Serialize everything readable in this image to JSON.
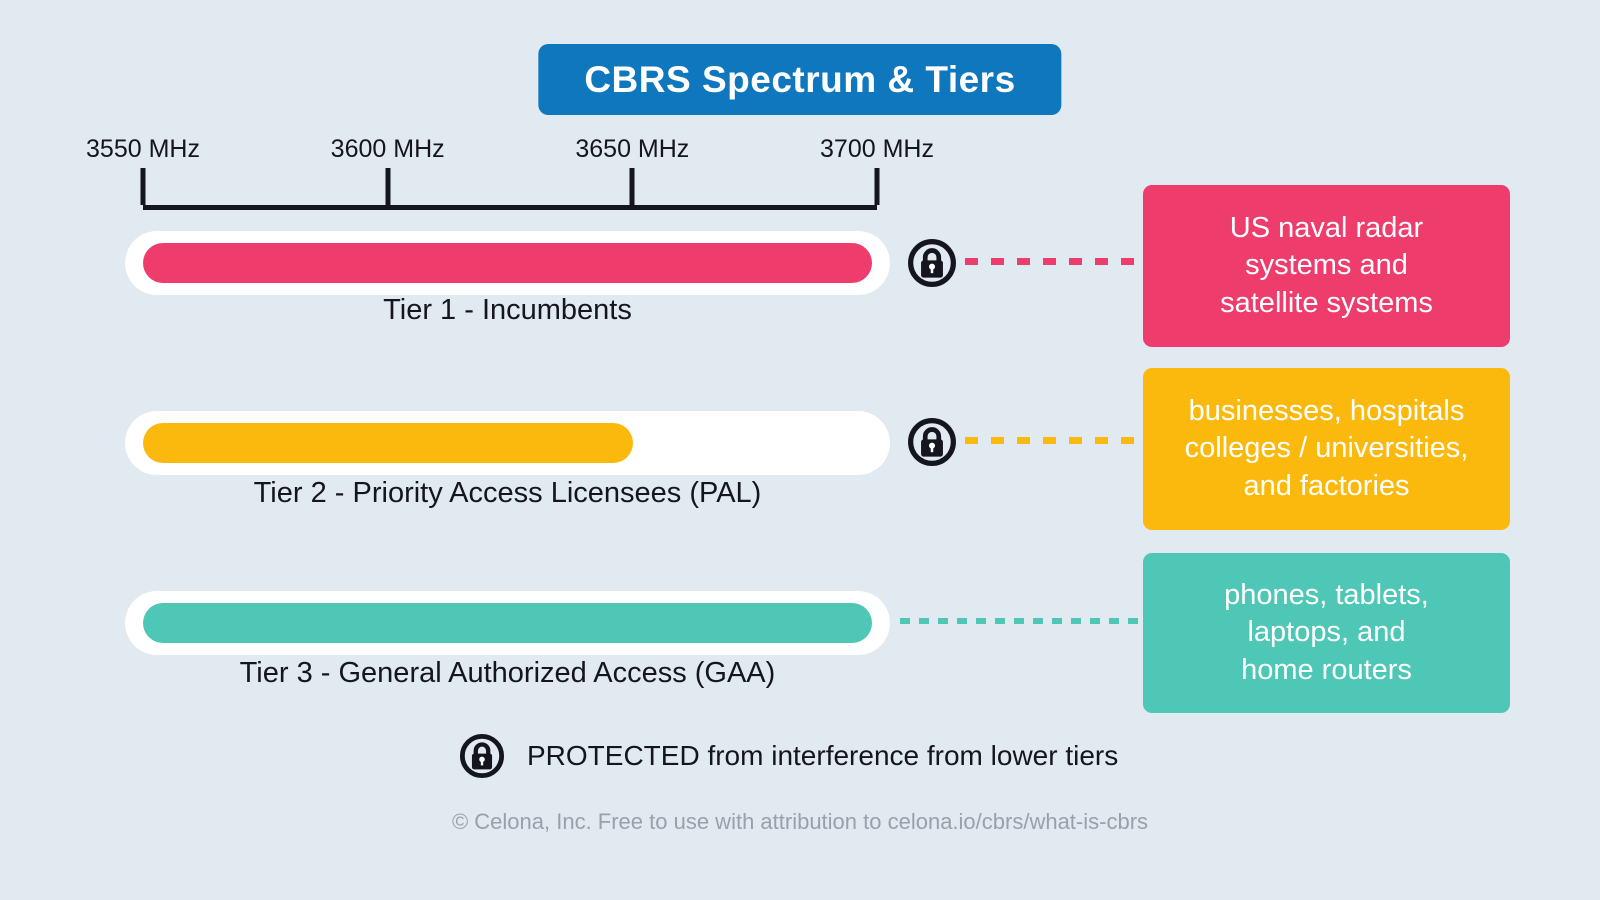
{
  "page": {
    "background_color": "#e1e9f1",
    "ink_color": "#15151d",
    "footer_color": "#98a1ab"
  },
  "title": {
    "text": "CBRS Spectrum & Tiers",
    "bg_color": "#0f77bd",
    "text_color": "#ffffff"
  },
  "axis": {
    "unit": "MHz",
    "ticks": [
      "3550 MHz",
      "3600 MHz",
      "3650 MHz",
      "3700 MHz"
    ]
  },
  "tiers": [
    {
      "label": "Tier 1 - Incumbents",
      "color": "#ee3c6c",
      "fill_width": "100%",
      "spectrum_range": "3550-3700 MHz",
      "locked": true,
      "box_text": "US naval radar\nsystems and\nsatellite systems"
    },
    {
      "label": "Tier 2 - Priority Access Licensees (PAL)",
      "color": "#fcb90d",
      "fill_width": "67.2%",
      "spectrum_range": "3550-3650 MHz",
      "locked": true,
      "box_text": "businesses, hospitals\ncolleges / universities,\nand factories"
    },
    {
      "label": "Tier 3 - General Authorized Access (GAA)",
      "color": "#4fc7b6",
      "fill_width": "100%",
      "spectrum_range": "3550-3700 MHz",
      "locked": false,
      "box_text": "phones, tablets,\nlaptops, and\nhome routers"
    }
  ],
  "legend": {
    "text": "PROTECTED from interference from lower tiers"
  },
  "footer": {
    "text": "© Celona, Inc. Free to use with attribution to celona.io/cbrs/what-is-cbrs"
  }
}
